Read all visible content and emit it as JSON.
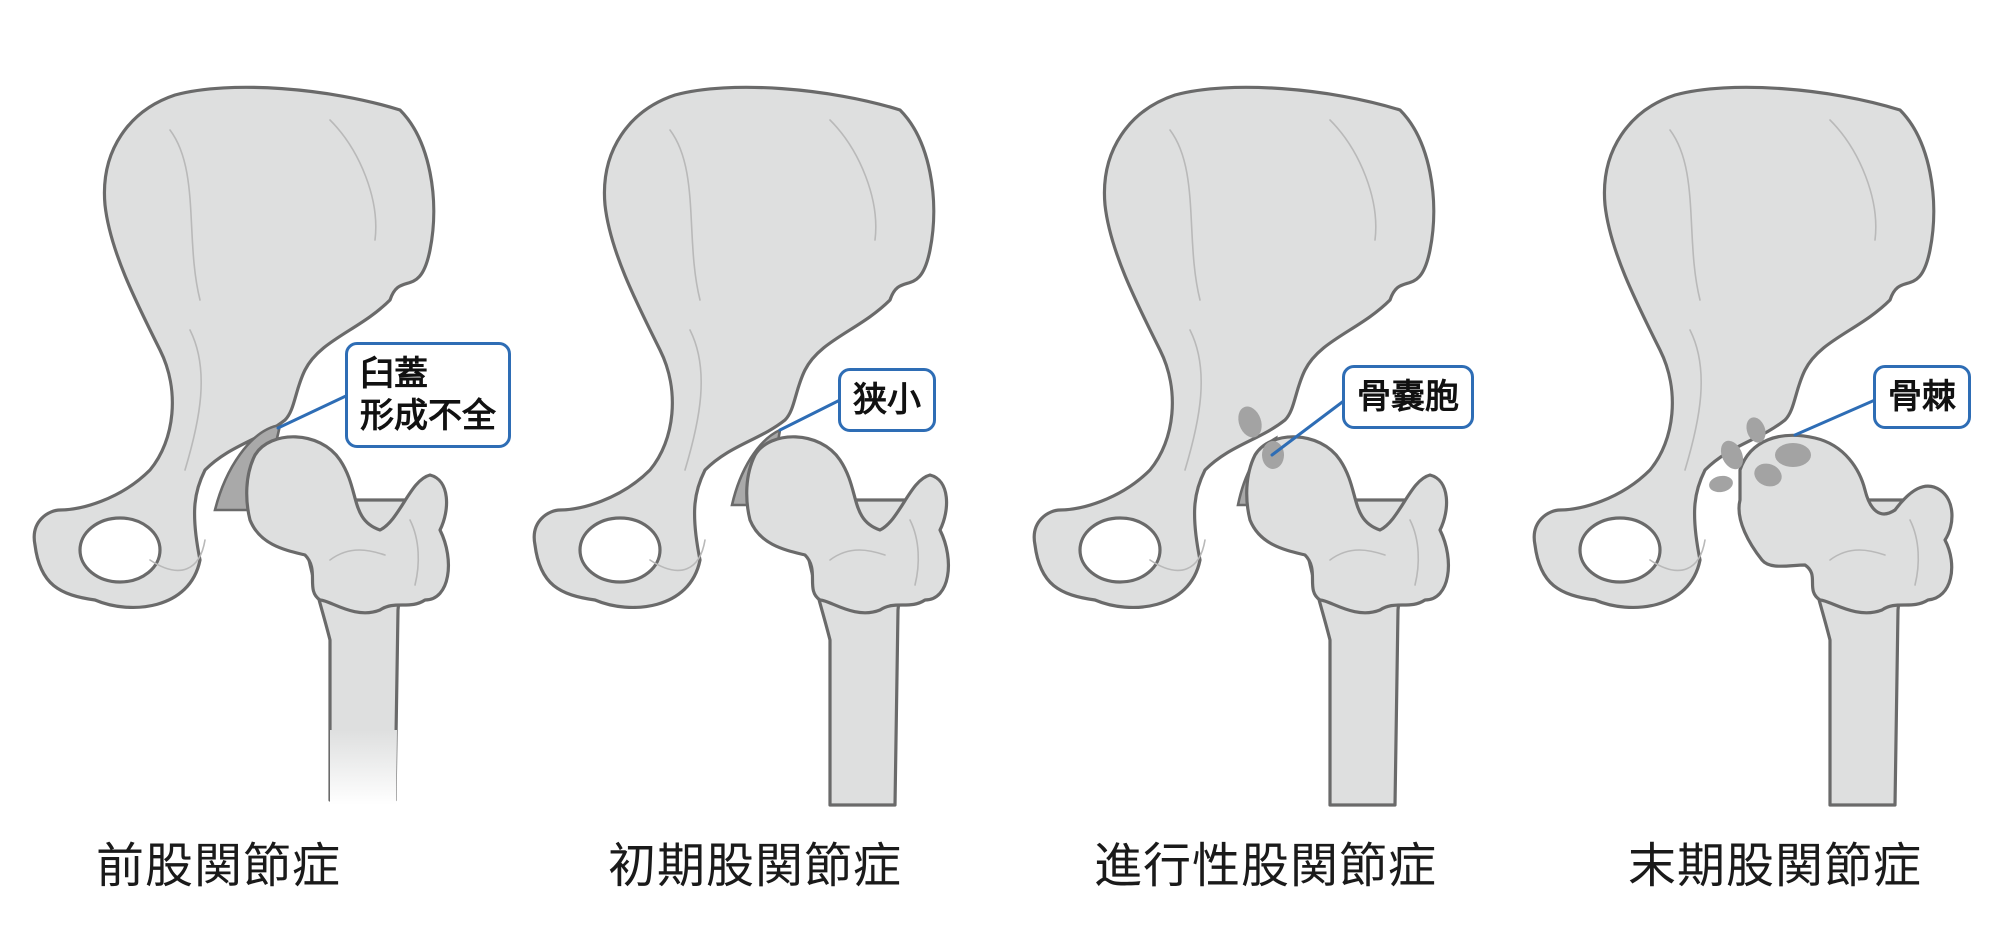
{
  "stages": [
    {
      "caption": "前股関節症",
      "callout_lines": [
        "臼蓋",
        "形成不全"
      ]
    },
    {
      "caption": "初期股関節症",
      "callout_lines": [
        "狭小"
      ]
    },
    {
      "caption": "進行性股関節症",
      "callout_lines": [
        "骨嚢胞"
      ]
    },
    {
      "caption": "末期股関節症",
      "callout_lines": [
        "骨棘"
      ]
    }
  ],
  "colors": {
    "bone_fill": "#dedfdf",
    "bone_outline": "#6a6a6a",
    "cartilage": "#a9a9a9",
    "callout_border": "#2e6db5"
  }
}
